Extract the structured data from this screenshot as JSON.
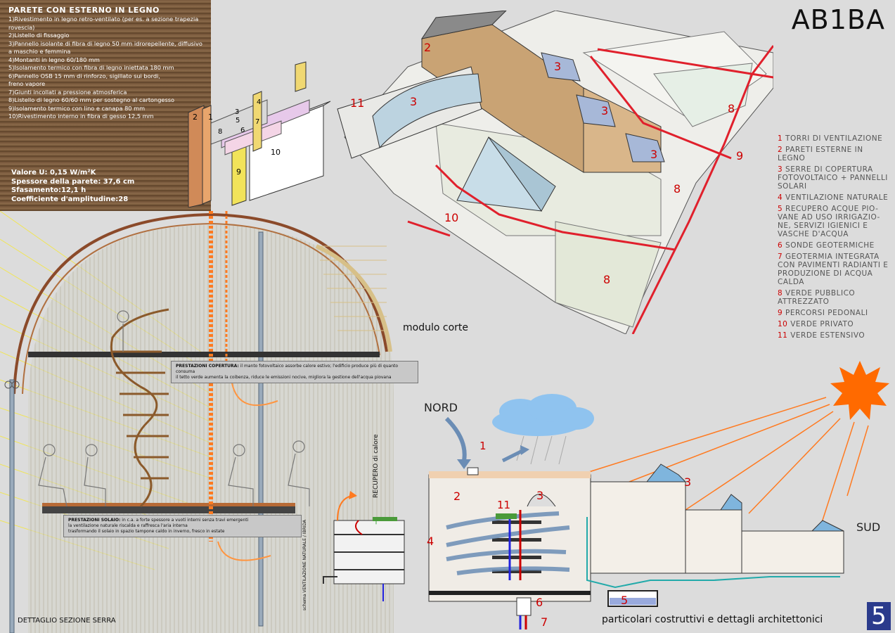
{
  "brand": {
    "logo": "AB1BA",
    "page_number": "5",
    "footer_title": "particolari costruttivi e dettagli architettonici"
  },
  "wall": {
    "title": "PARETE CON ESTERNO IN LEGNO",
    "specs": [
      "1)Rivestimento in legno retro-ventilato (per es. a sezione trapezia",
      "rovescia)",
      "2)Listello di fissaggio",
      "3)Pannello isolante di fibra di legno 50 mm idrorepellente, diffusivo",
      "a maschio e femmina",
      "4)Montanti in legno 60/180 mm",
      "5)Isolamento termico con fibra di legno iniettata 180 mm",
      "6)Pannello OSB 15 mm di rinforzo, sigillato sui bordi,",
      "freno vapore",
      "7)Giunti incollati a pressione atmosferica",
      "8)Listello di legno 60/60 mm per sostegno al cartongesso",
      "9)Isolamento termico con lino e canapa 80 mm",
      "10)Rivestimento interno in fibra di gesso 12,5 mm"
    ],
    "values": [
      "Valore U: 0,15 W/m²K",
      "Spessore della parete: 37,6 cm",
      "Sfasamento:12,1 h",
      "Coefficiente d'amplitudine:28"
    ],
    "layer_numbers": [
      "1",
      "2",
      "3",
      "4",
      "5",
      "6",
      "7",
      "8",
      "9",
      "10"
    ]
  },
  "legend": [
    {
      "n": "1",
      "text": "TORRI DI VENTILAZIONE"
    },
    {
      "n": "2",
      "text": "PARETI ESTERNE IN LEGNO"
    },
    {
      "n": "3",
      "text": "SERRE DI COPERTURA FOTOVOLTAICO + PANNELLI SOLARI"
    },
    {
      "n": "4",
      "text": "VENTILAZIONE NATURALE"
    },
    {
      "n": "5",
      "text": "RECUPERO ACQUE PIO-VANE AD USO IRRIGAZIO-NE, SERVIZI IGIENICI E VASCHE D'ACQUA"
    },
    {
      "n": "6",
      "text": "SONDE GEOTERMICHE"
    },
    {
      "n": "7",
      "text": "GEOTERMIA INTEGRATA CON PAVIMENTI RADIANTI E PRODUZIONE DI ACQUA CALDA"
    },
    {
      "n": "8",
      "text": "VERDE PUBBLICO ATTREZZATO"
    },
    {
      "n": "9",
      "text": "PERCORSI PEDONALI"
    },
    {
      "n": "10",
      "text": "VERDE PRIVATO"
    },
    {
      "n": "11",
      "text": "VERDE ESTENSIVO"
    }
  ],
  "labels": {
    "modulo": "modulo corte",
    "nord": "NORD",
    "sud": "SUD",
    "dettaglio": "DETTAGLIO SEZIONE SERRA",
    "recupero": "RECUPERO di calore",
    "schema": "schema VENTILAZIONE NATURALE / IBRIDA"
  },
  "perf_roof": {
    "title": "PRESTAZIONI COPERTURA:",
    "lines": [
      "il manto fotovoltaico assorbe calore estivo; l'edificio produce più di quanto consuma",
      "il tetto verde aumenta la coibenza, riduce le emissioni nocive, migliora la gestione dell'acqua piovana"
    ]
  },
  "perf_floor": {
    "title": "PRESTAZIONI SOLAIO:",
    "lines": [
      "in c.a. a forte spessore a vuoti interni senza travi emergenti",
      "la ventilazione naturale riscalda e raffresca l'aria interna",
      "trasformando il solaio in spazio tampone caldo in inverno, fresco in estate"
    ]
  },
  "axon_numbers": {
    "n2": "2",
    "n3a": "3",
    "n3b": "3",
    "n3c": "3",
    "n3d": "3",
    "n11": "11",
    "n8a": "8",
    "n8b": "8",
    "n8c": "8",
    "n9": "9",
    "n10": "10"
  },
  "section_numbers": {
    "n1": "1",
    "n2": "2",
    "n3a": "3",
    "n3b": "3",
    "n4": "4",
    "n5": "5",
    "n6": "6",
    "n7": "7",
    "n11": "11"
  },
  "colors": {
    "accent_red": "#cc0000",
    "page_badge": "#2b3b8c",
    "sun": "#ff6a00",
    "cloud": "#8fc3ef",
    "wood": "#7a5a3e",
    "orange_air": "#ff7a20"
  }
}
